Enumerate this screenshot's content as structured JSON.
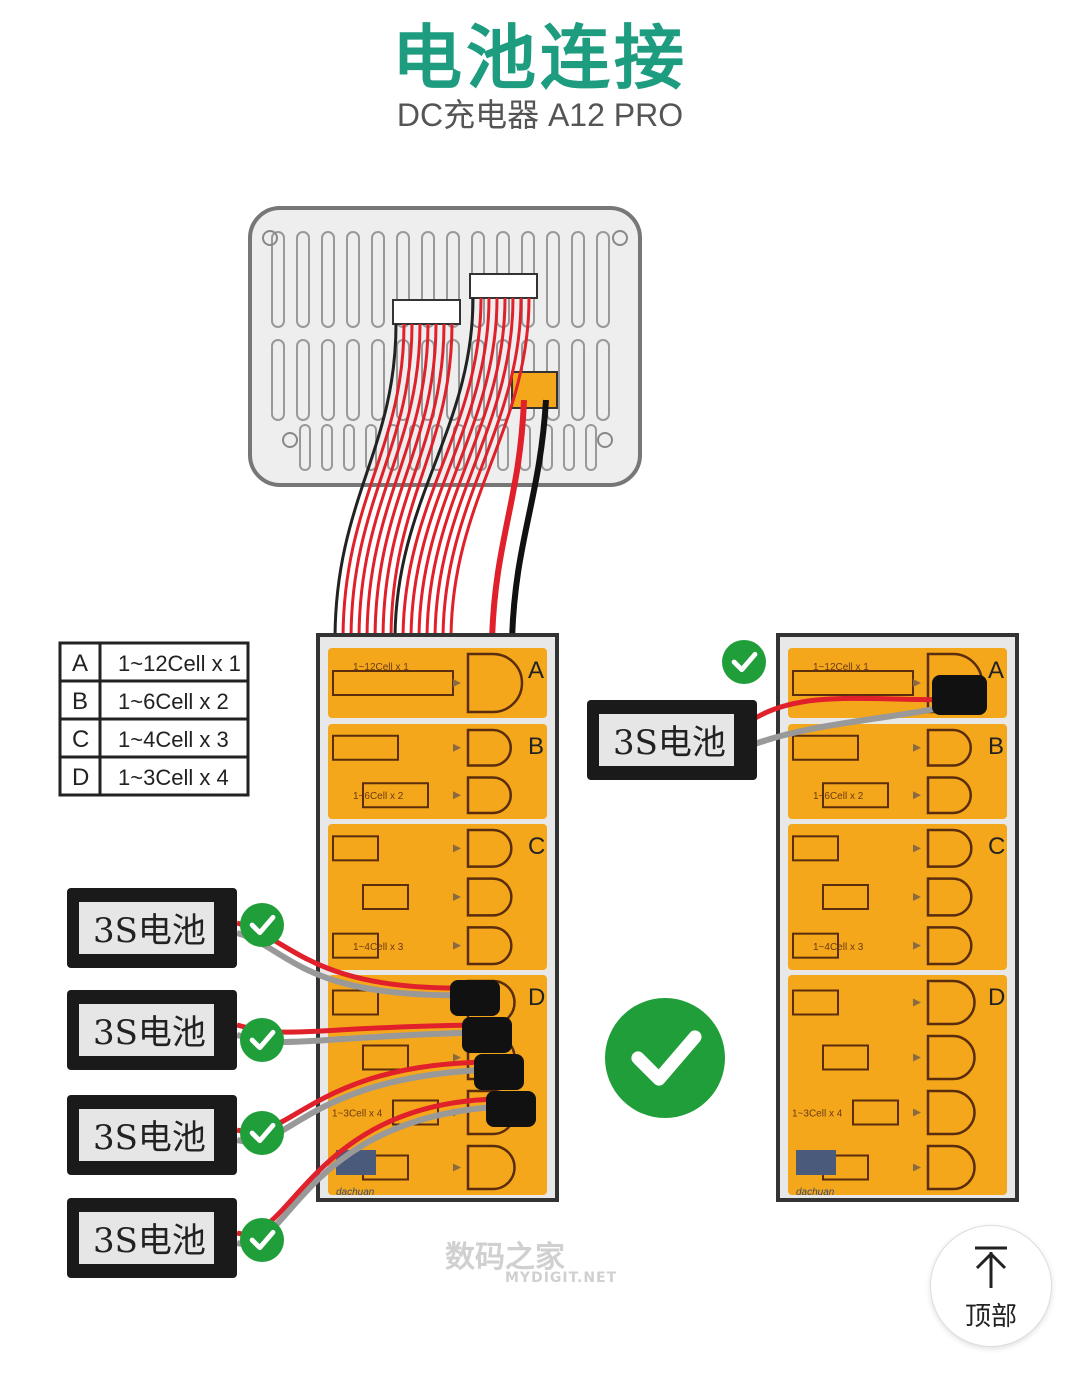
{
  "header": {
    "title": "电池连接",
    "subtitle": "DC充电器 A12 PRO"
  },
  "table": [
    {
      "key": "A",
      "value": "1~12Cell x 1"
    },
    {
      "key": "B",
      "value": "1~6Cell x 2"
    },
    {
      "key": "C",
      "value": "1~4Cell x 3"
    },
    {
      "key": "D",
      "value": "1~3Cell x 4"
    }
  ],
  "board": {
    "sections": [
      "A",
      "B",
      "C",
      "D"
    ],
    "labels": [
      "1~12Cell x 1",
      "1~6Cell x 2",
      "1~4Cell x 3",
      "1~3Cell x 4"
    ],
    "brand": "dachuan"
  },
  "battery_label": "3S电池",
  "watermark": {
    "cn": "数码之家",
    "en": "MYDIGIT.NET"
  },
  "top_button": {
    "label": "顶部"
  },
  "colors": {
    "title": "#1d9c80",
    "orange": "#f5a71c",
    "check": "#1f9e3a",
    "wire_red": "#e0202a"
  }
}
